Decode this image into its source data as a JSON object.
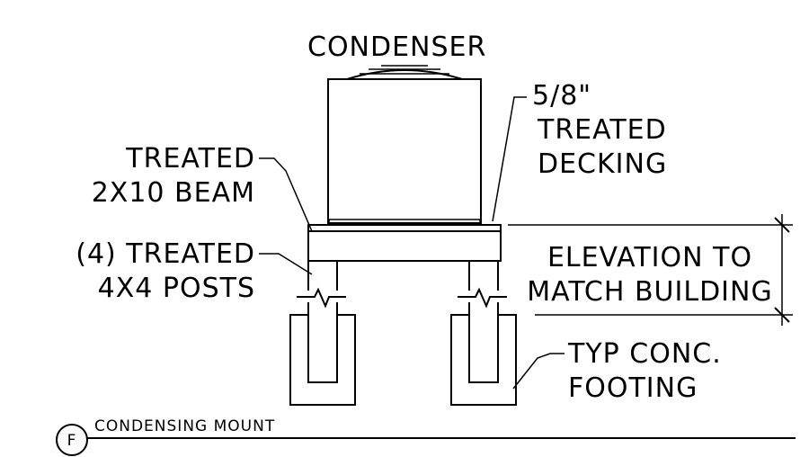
{
  "labels": {
    "condenser": "CONDENSER",
    "decking_1": "5/8\"",
    "decking_2": "TREATED",
    "decking_3": "DECKING",
    "beam_1": "TREATED",
    "beam_2": "2X10 BEAM",
    "posts_1": "(4) TREATED",
    "posts_2": "4X4 POSTS",
    "elevation_1": "ELEVATION TO",
    "elevation_2": "MATCH BUILDING",
    "footing_1": "TYP CONC.",
    "footing_2": "FOOTING"
  },
  "title": {
    "tag": "F",
    "text": "CONDENSING MOUNT"
  }
}
